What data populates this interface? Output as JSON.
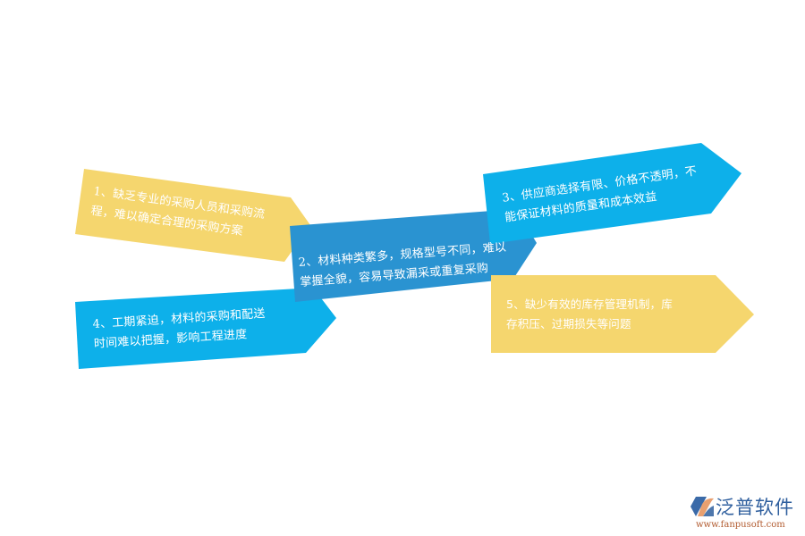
{
  "diagram": {
    "type": "arrow-callouts",
    "colors": {
      "yellow": "#f5d66e",
      "blue_dark": "#2a93d1",
      "blue_light": "#0db0ea",
      "text": "#ffffff",
      "background": "#ffffff"
    },
    "items": [
      {
        "index": 1,
        "color": "#f5d66e",
        "lines": [
          "1、缺乏专业的采购人员和采购流",
          "程，难以确定合理的采购方案"
        ],
        "text": "1、缺乏专业的采购人员和采购流程，难以确定合理的采购方案"
      },
      {
        "index": 2,
        "color": "#2a93d1",
        "lines": [
          "2、材料种类繁多，规格型号不同，难以",
          "掌握全貌，容易导致漏采或重复采购"
        ],
        "text": "2、材料种类繁多，规格型号不同，难以掌握全貌，容易导致漏采或重复采购"
      },
      {
        "index": 3,
        "color": "#0db0ea",
        "lines": [
          "3、供应商选择有限、价格不透明，不",
          "能保证材料的质量和成本效益"
        ],
        "text": "3、供应商选择有限、价格不透明，不能保证材料的质量和成本效益"
      },
      {
        "index": 4,
        "color": "#0db0ea",
        "lines": [
          "4、工期紧迫，材料的采购和配送",
          "时间难以把握，影响工程进度"
        ],
        "text": "4、工期紧迫，材料的采购和配送时间难以把握，影响工程进度"
      },
      {
        "index": 5,
        "color": "#f5d66e",
        "lines": [
          "5、缺少有效的库存管理机制，库",
          "存积压、过期损失等问题"
        ],
        "text": "5、缺少有效的库存管理机制，库存积压、过期损失等问题"
      }
    ]
  },
  "logo": {
    "name": "泛普软件",
    "url": "www.fanpusoft.com",
    "icon": "fanpu-logo-icon"
  }
}
